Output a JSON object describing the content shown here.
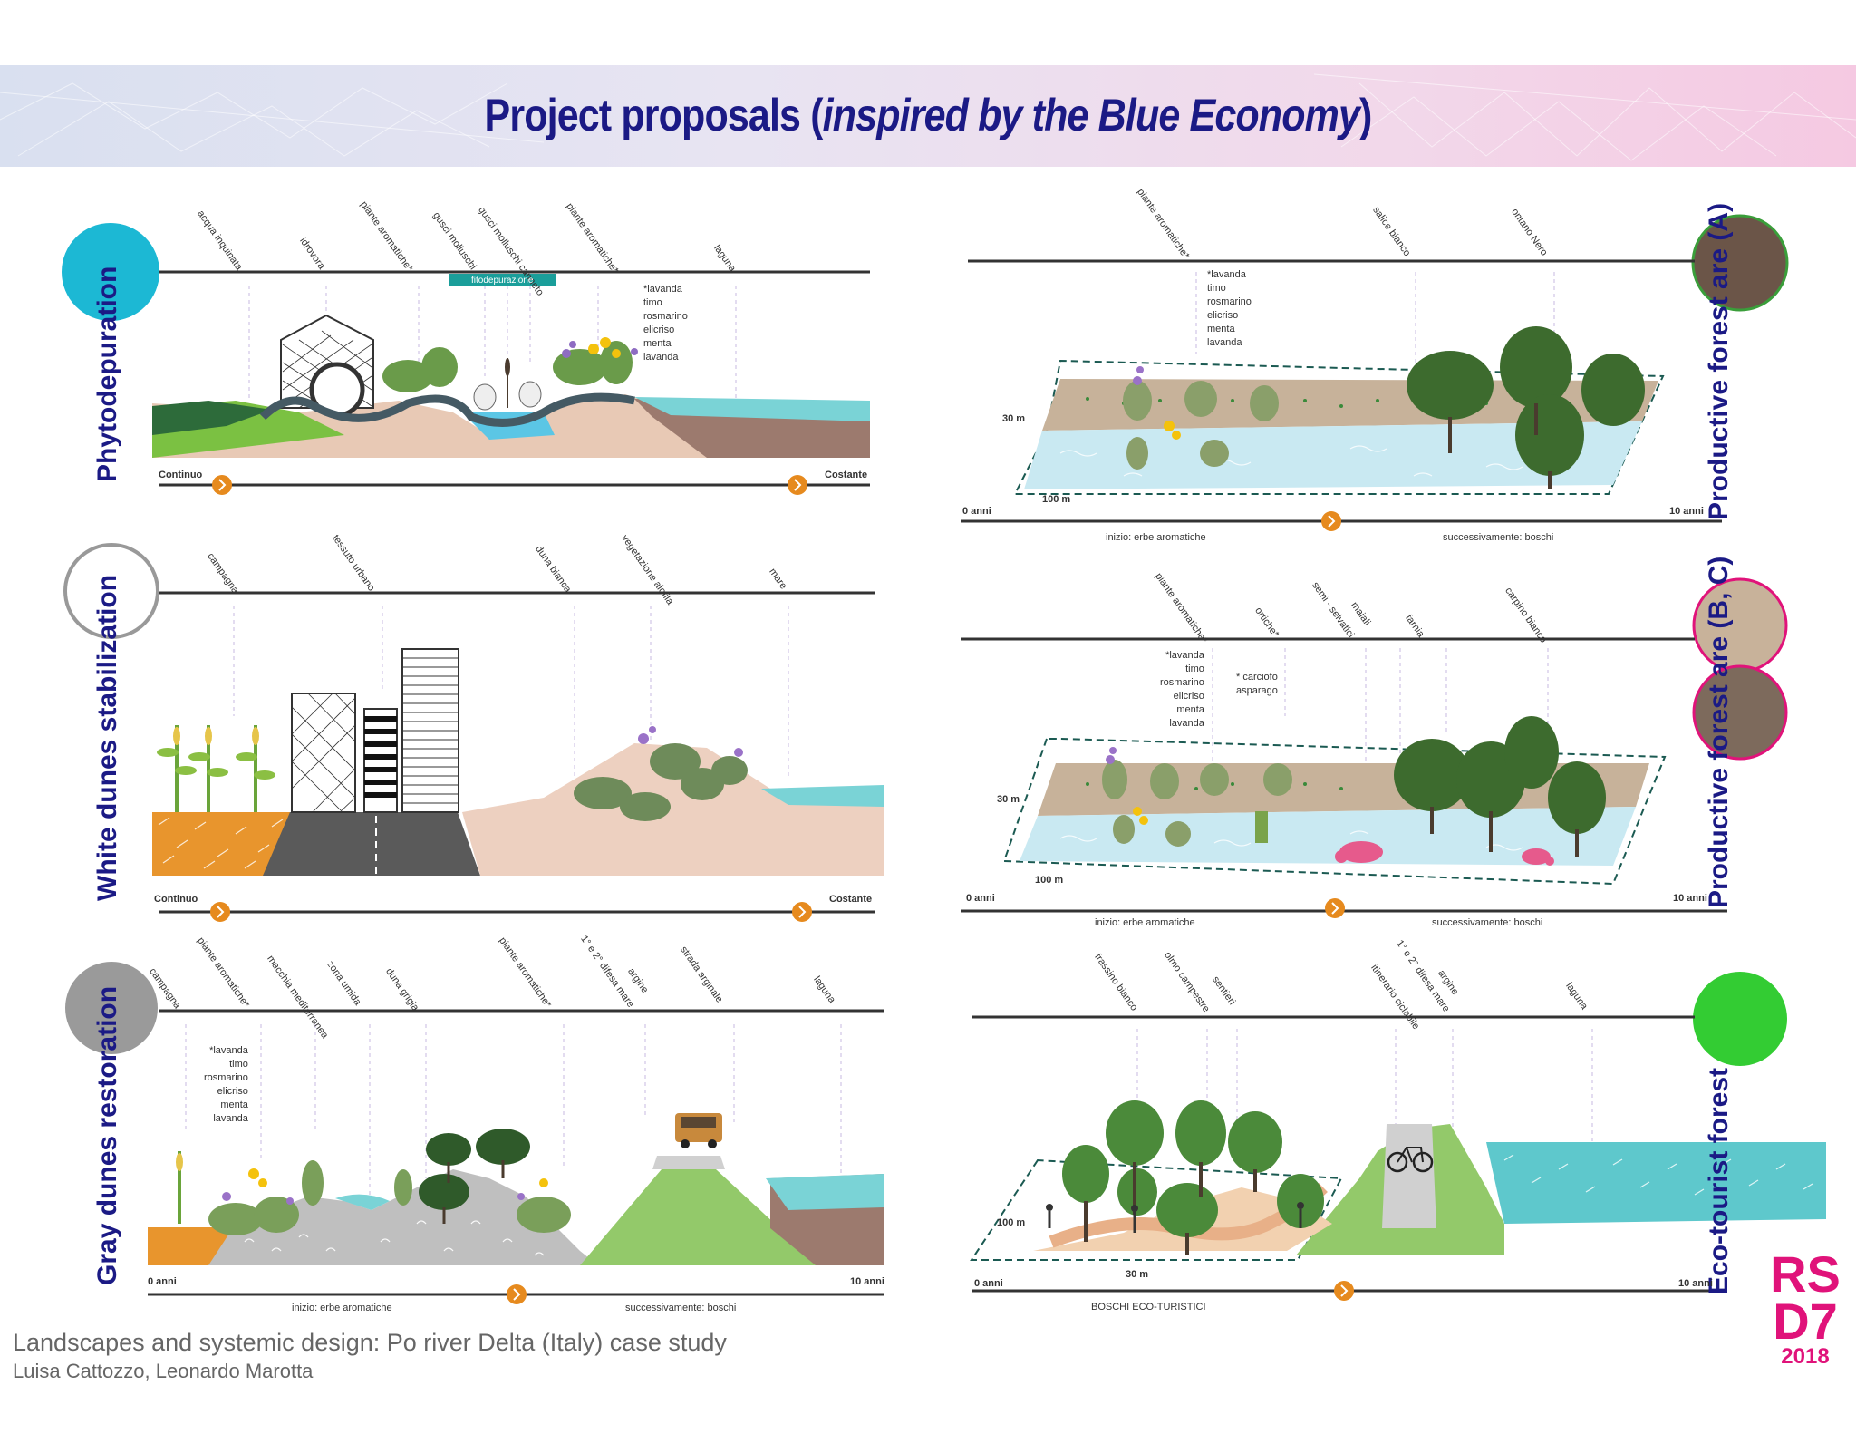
{
  "header": {
    "title_main": "Project proposals (",
    "title_italic": "inspired by the Blue Economy",
    "title_close": ")"
  },
  "colors": {
    "navy": "#1b1a85",
    "phytodepuration": "#1cb8d4",
    "white_dunes": "#ffffff",
    "gray_dunes": "#9a9a9a",
    "forest_a": "#6b5548",
    "forest_bc_top": "#c8b29a",
    "forest_bc_bottom": "#7d6a5c",
    "eco_tourist": "#33cc33",
    "logo": "#e0137a"
  },
  "panels": {
    "phyto": {
      "name": "Phytodepuration",
      "tags": [
        "acqua inquinata",
        "idrovora",
        "piante aromatiche*",
        "gusci molluschi",
        "gusci molluschi canneto",
        "piante aromatiche*",
        "laguna"
      ],
      "badge": "fitodepurazione",
      "plants": "*lavanda\ntimo\nrosmarino\nelicriso\nmenta\nlavanda",
      "start": "Continuo",
      "end": "Costante"
    },
    "white": {
      "name": "White dunes stabilization",
      "tags": [
        "campagna",
        "tessuto urbano",
        "duna bianca",
        "vegetazione alofila",
        "mare"
      ],
      "start": "Continuo",
      "end": "Costante"
    },
    "gray": {
      "name": "Gray dunes restoration",
      "tags": [
        "campagna",
        "piante aromatiche*",
        "macchia mediterranea",
        "zona umida",
        "duna grigia",
        "piante aromatiche*",
        "1° e 2° difesa mare",
        "argine",
        "strada arginale",
        "laguna"
      ],
      "plants": "*lavanda\ntimo\nrosmarino\nelicriso\nmenta\nlavanda",
      "start": "0 anni",
      "end": "10 anni",
      "left_caption": "inizio: erbe aromatiche",
      "right_caption": "successivamente: boschi"
    },
    "forest_a": {
      "name": "Productive forest are (A)",
      "tags": [
        "piante aromatiche*",
        "salice bianco",
        "ontano Nero"
      ],
      "plants": "*lavanda\ntimo\nrosmarino\nelicriso\nmenta\nlavanda",
      "depth": "30 m",
      "length": "100 m",
      "start": "0 anni",
      "end": "10 anni",
      "left_caption": "inizio: erbe aromatiche",
      "right_caption": "successivamente: boschi"
    },
    "forest_bc": {
      "name": "Productive forest are (B, C)",
      "tags": [
        "piante aromatiche*",
        "ortiche*",
        "semi - selvatici",
        "maiali",
        "farnia",
        "carpino bianco"
      ],
      "plants": "*lavanda\ntimo\nrosmarino\nelicriso\nmenta\nlavanda",
      "plants2": "* carciofo\nasparago",
      "depth": "30 m",
      "length": "100 m",
      "start": "0 anni",
      "end": "10 anni",
      "left_caption": "inizio: erbe aromatiche",
      "right_caption": "successivamente: boschi"
    },
    "eco": {
      "name": "Eco-tourist forest",
      "tags": [
        "frassino bianco",
        "olmo campestre",
        "sentieri",
        "itinerario ciclabile",
        "1° e 2° difesa mare",
        "argine",
        "laguna"
      ],
      "depth": "100 m",
      "length": "30 m",
      "start": "0 anni",
      "end": "10 anni",
      "caption": "BOSCHI ECO-TURISTICI"
    }
  },
  "footer": {
    "line1": "Landscapes and systemic design: Po river Delta (Italy) case study",
    "line2": "Luisa Cattozzo, Leonardo Marotta"
  },
  "logo": {
    "l1": "RS",
    "l2": "D7",
    "l3": "2018"
  }
}
